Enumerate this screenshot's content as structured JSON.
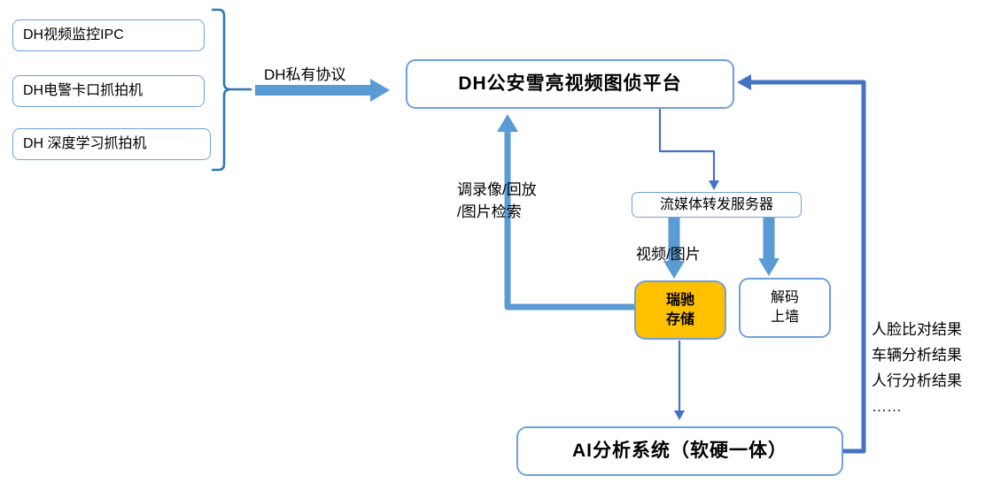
{
  "diagram": {
    "sources": [
      "DH视频监控IPC",
      "DH电警卡口抓拍机",
      "DH 深度学习抓拍机"
    ],
    "platform": "DH公安雪亮视频图侦平台",
    "media_server": "流媒体转发服务器",
    "storage": {
      "line1": "瑞驰",
      "line2": "存储"
    },
    "decode": {
      "line1": "解码",
      "line2": "上墙"
    },
    "ai_system": "AI分析系统（软硬一体）",
    "labels": {
      "protocol": "DH私有协议",
      "retrieve1": "调录像/回放",
      "retrieve2": "/图片检索",
      "media_type": "视频/图片",
      "result1": "人脸比对结果",
      "result2": "车辆分析结果",
      "result3": "人行分析结果",
      "result4": "……"
    },
    "colors": {
      "thick_arrow": "#5B9BD5",
      "connector": "#4472C4",
      "box_border": "#6FA0DB",
      "storage_fill": "#FFC000",
      "bracket": "#2E75B6"
    }
  }
}
